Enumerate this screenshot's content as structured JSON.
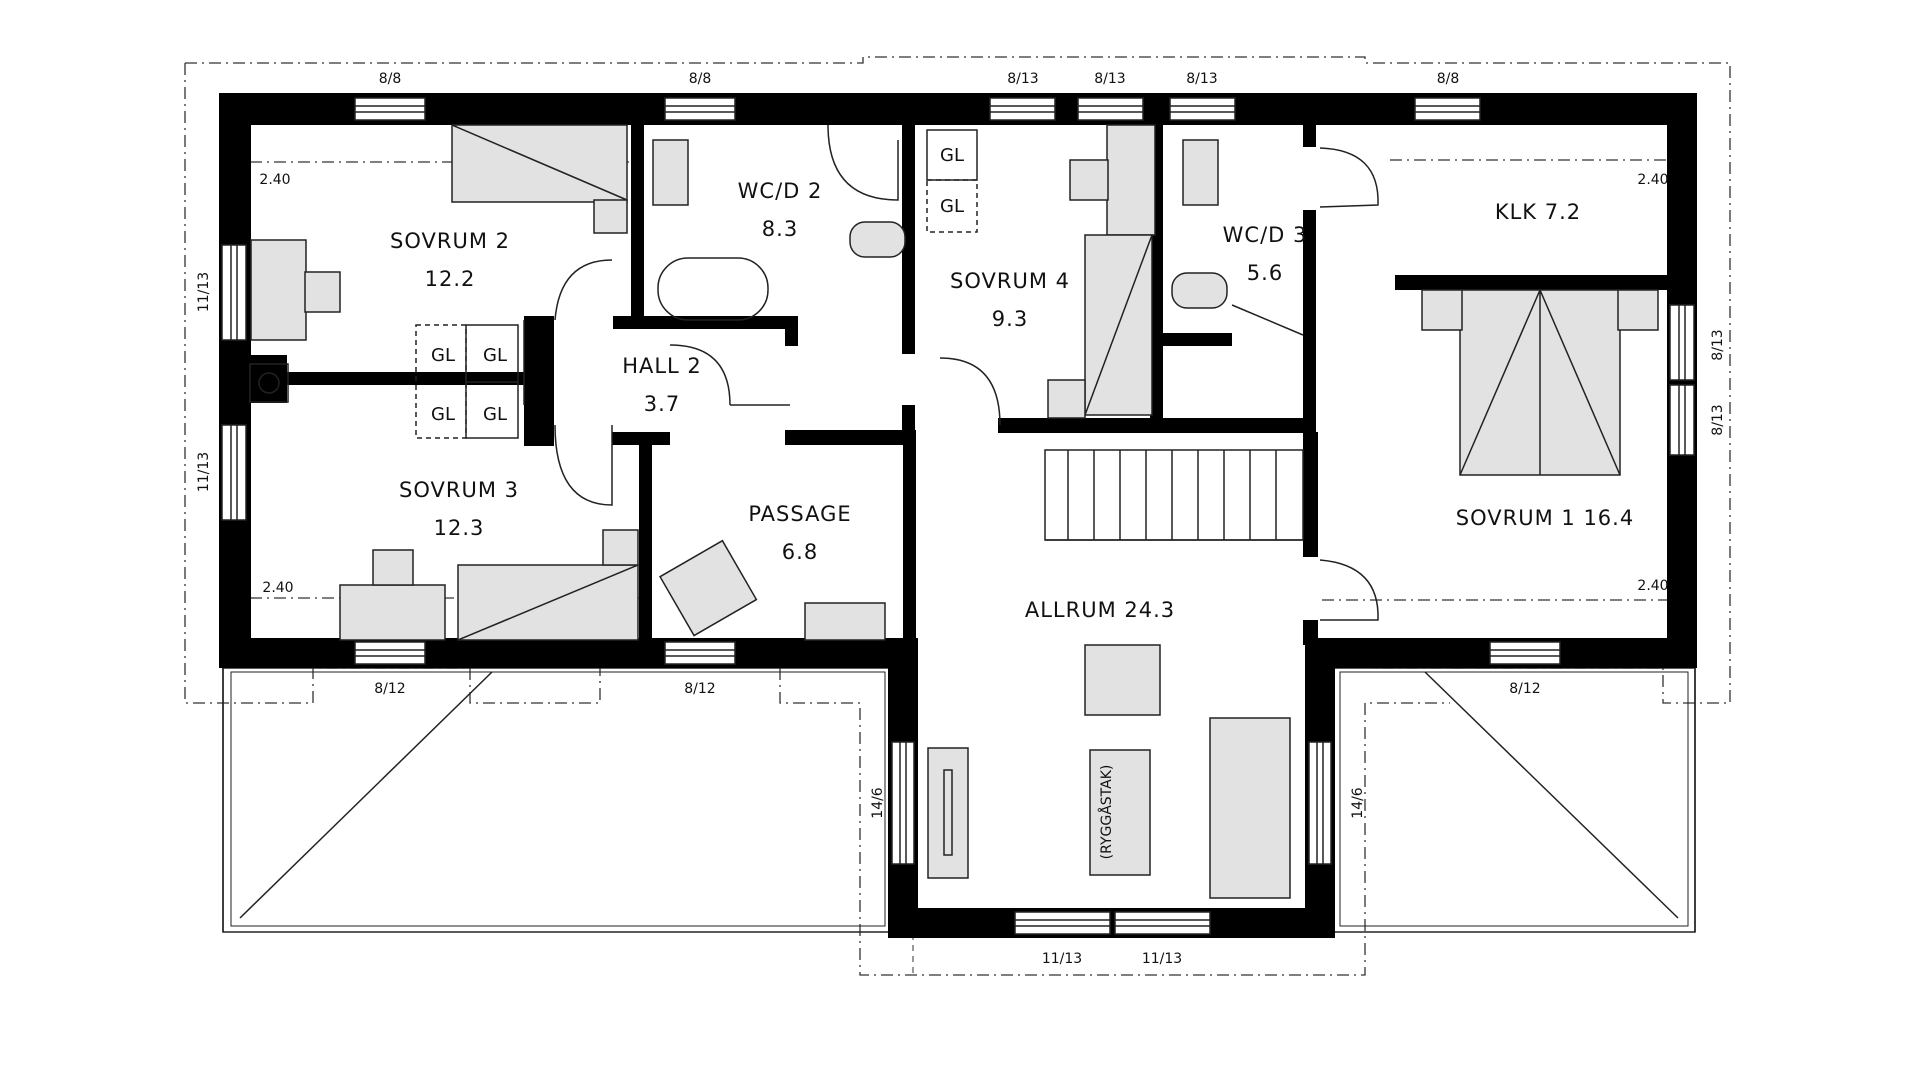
{
  "rooms": {
    "sovrum2": {
      "name": "SOVRUM 2",
      "area": "12.2"
    },
    "sovrum3": {
      "name": "SOVRUM 3",
      "area": "12.3"
    },
    "wcd2": {
      "name": "WC/D 2",
      "area": "8.3"
    },
    "hall2": {
      "name": "HALL 2",
      "area": "3.7"
    },
    "passage": {
      "name": "PASSAGE",
      "area": "6.8"
    },
    "sovrum4": {
      "name": "SOVRUM 4",
      "area": "9.3"
    },
    "wcd3": {
      "name": "WC/D 3",
      "area": "5.6"
    },
    "klk": {
      "name": "KLK 7.2"
    },
    "sovrum1": {
      "name": "SOVRUM 1 16.4"
    },
    "allrum": {
      "name": "ALLRUM 24.3"
    }
  },
  "storage_label": "GL",
  "ceiling_heights": {
    "top_left": "2.40",
    "bottom_left": "2.40",
    "top_right": "2.40",
    "bottom_right": "2.40"
  },
  "windows": {
    "top1": "8/8",
    "top2": "8/8",
    "top3": "8/13",
    "top4": "8/13",
    "top5": "8/13",
    "top6": "8/8",
    "left1": "11/13",
    "left2": "11/13",
    "right1": "8/13",
    "right2": "8/13",
    "bottom1": "8/12",
    "bottom2": "8/12",
    "bottom3": "8/12",
    "allrum_left": "14/6",
    "allrum_right": "14/6",
    "allrum_bottom1": "11/13",
    "allrum_bottom2": "11/13"
  },
  "ridge_note": "(RYGGÅSTAK)"
}
